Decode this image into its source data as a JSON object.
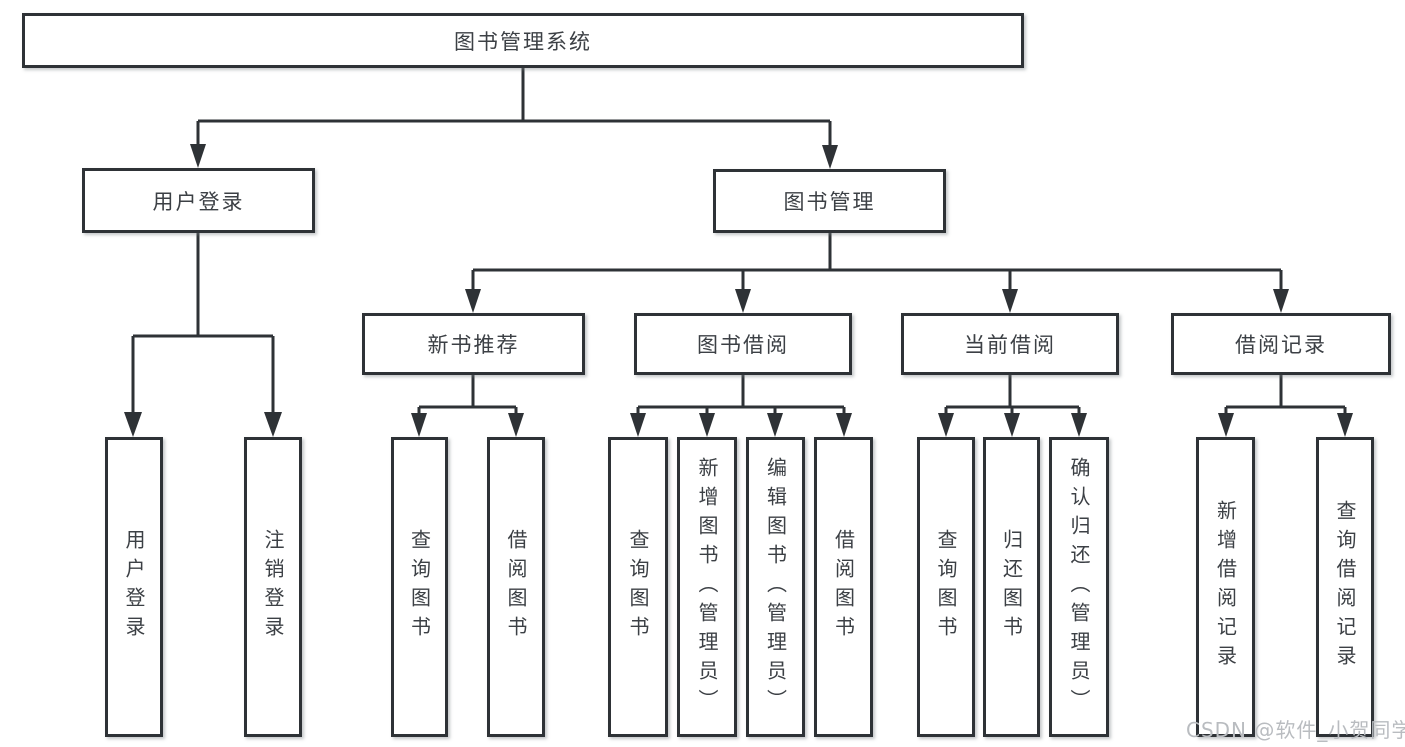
{
  "diagram": {
    "title": "图书管理系统",
    "root": {
      "label": "图书管理系统"
    },
    "level2": [
      {
        "label": "用户登录"
      },
      {
        "label": "图书管理"
      }
    ],
    "level3": [
      {
        "label": "新书推荐"
      },
      {
        "label": "图书借阅"
      },
      {
        "label": "当前借阅"
      },
      {
        "label": "借阅记录"
      }
    ],
    "leaves": [
      {
        "label": "用户登录"
      },
      {
        "label": "注销登录"
      },
      {
        "label": "查询图书"
      },
      {
        "label": "借阅图书"
      },
      {
        "label": "查询图书"
      },
      {
        "label": "新增图书（管理员）"
      },
      {
        "label": "编辑图书（管理员）"
      },
      {
        "label": "借阅图书"
      },
      {
        "label": "查询图书"
      },
      {
        "label": "归还图书"
      },
      {
        "label": "确认归还（管理员）"
      },
      {
        "label": "新增借阅记录"
      },
      {
        "label": "查询借阅记录"
      }
    ]
  },
  "watermark": {
    "text": "CSDN @软件_小贺同学"
  },
  "colors": {
    "line": "#2e3236",
    "text": "#3c4045",
    "box_bg": "#ffffff",
    "watermark": "#b9bcc0"
  }
}
